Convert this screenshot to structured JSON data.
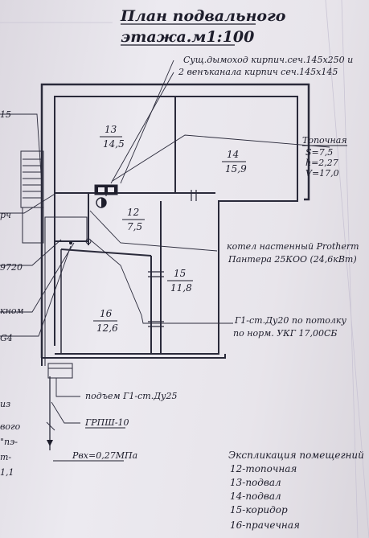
{
  "title": {
    "line1": "План подвального",
    "line2": "этажа.м1:100"
  },
  "rooms": [
    {
      "num": "13",
      "area": "14,5"
    },
    {
      "num": "14",
      "area": "15,9"
    },
    {
      "num": "12",
      "area": "7,5"
    },
    {
      "num": "15",
      "area": "11,8"
    },
    {
      "num": "16",
      "area": "12,6"
    }
  ],
  "boiler_room": {
    "name": "Топочная",
    "s": "S=7,5",
    "h": "h=2,27",
    "v": "V=17,0"
  },
  "notes": {
    "chimney1": "Сущ.дымоход кирпич.сеч.145х250 и",
    "chimney2": "2 венъканала кирпич сеч.145х145",
    "boiler1": "котел настенный Protherm",
    "boiler2": "Пантера 25КОО (24,6кВт)",
    "pipe1": "Г1-ст.Ду20 по потолку",
    "pipe2": "по норм. УКГ 17,00СБ",
    "riser": "подъем Г1-ст.Ду25",
    "grpsh": "ГРПШ-10",
    "pressure": "Рвх=0,27МПа"
  },
  "left_labels": [
    "15",
    "рч",
    "9720",
    "кном",
    "G4",
    "из",
    "вого",
    "\"пэ-",
    "т-",
    "1,1"
  ],
  "legend": {
    "title": "Экспликация помещегний",
    "items": [
      "12-топочная",
      "13-подвал",
      "14-подвал",
      "15-коридор",
      "16-прачечная"
    ]
  }
}
